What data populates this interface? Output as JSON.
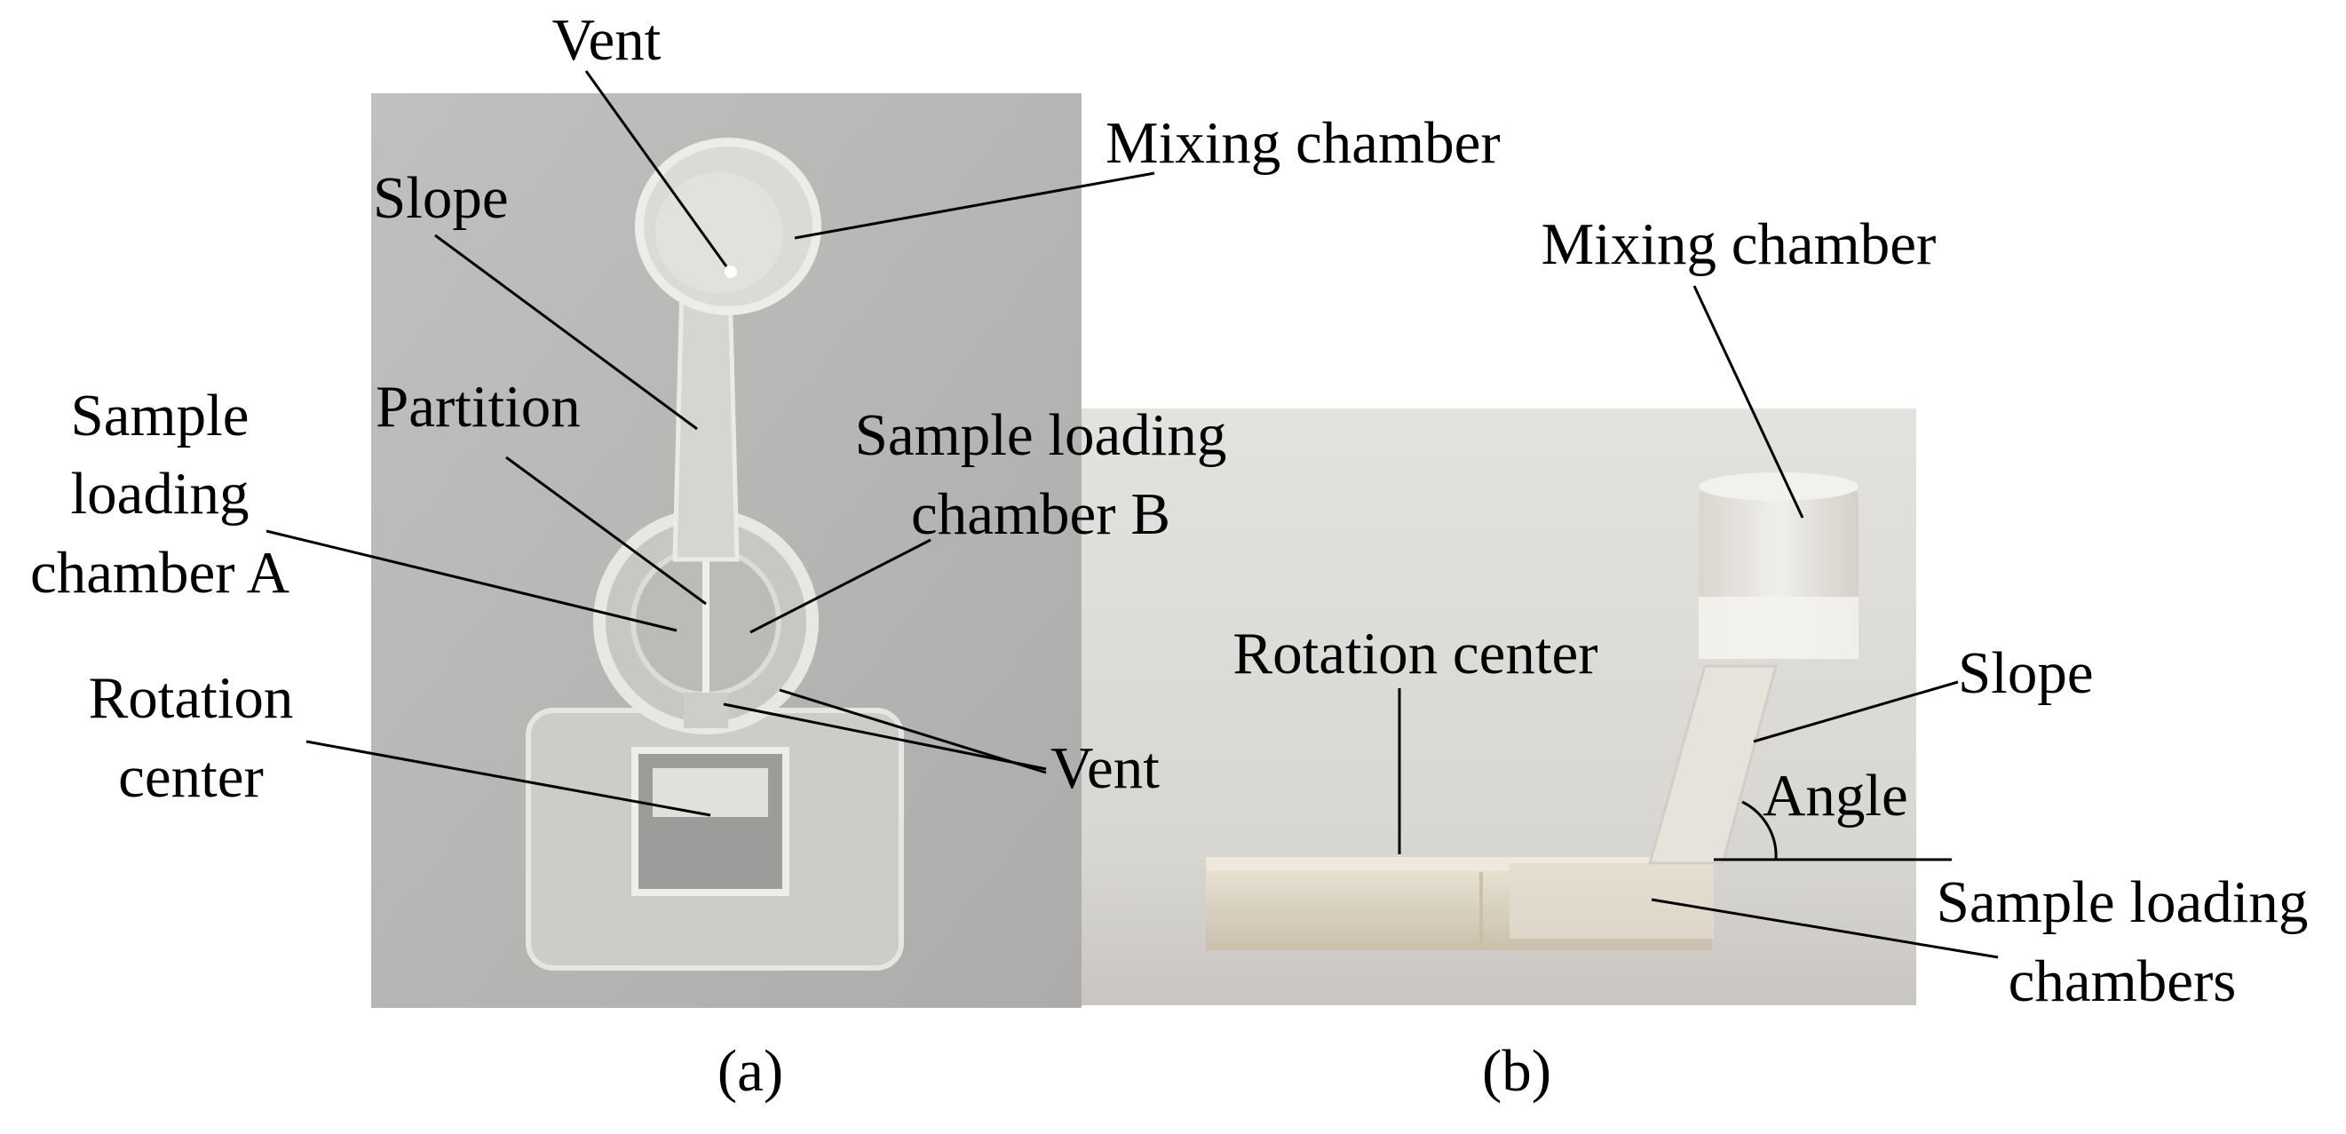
{
  "figure": {
    "panel_a": {
      "caption": "(a)",
      "labels": {
        "vent_top": "Vent",
        "mixing_chamber": "Mixing chamber",
        "slope": "Slope",
        "partition": "Partition",
        "sample_loading_a_line1": "Sample",
        "sample_loading_a_line2": "loading",
        "sample_loading_a_line3": "chamber A",
        "sample_loading_b_line1": "Sample loading",
        "sample_loading_b_line2": "chamber B",
        "rotation_center_line1": "Rotation",
        "rotation_center_line2": "center",
        "vent_bottom": "Vent"
      }
    },
    "panel_b": {
      "caption": "(b)",
      "labels": {
        "mixing_chamber": "Mixing chamber",
        "rotation_center": "Rotation center",
        "slope": "Slope",
        "angle": "Angle",
        "sample_loading_line1": "Sample loading",
        "sample_loading_line2": "chambers"
      }
    }
  },
  "colors": {
    "photo_background_a": "#b9b7b6",
    "photo_background_b": "#dedcd9",
    "resin": "#e6e2d8",
    "text": "#000000"
  }
}
